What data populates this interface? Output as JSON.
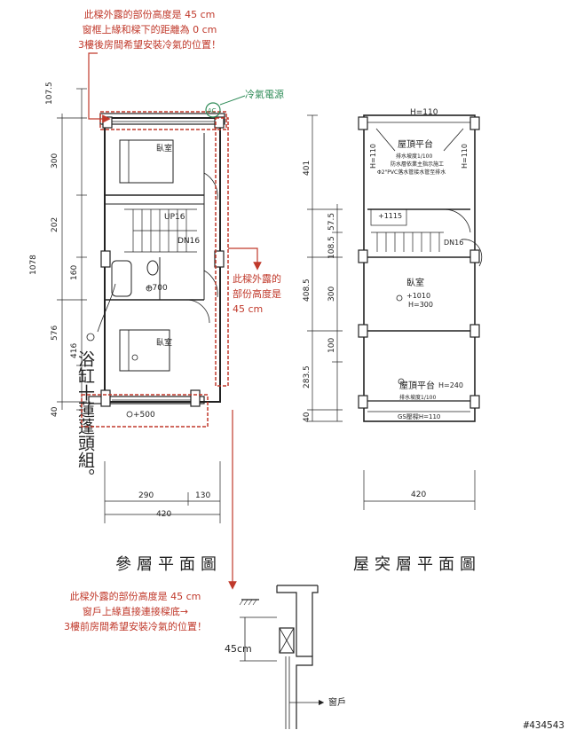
{
  "notes": {
    "top": {
      "line1": "此樑外露的部份高度是 45 cm",
      "line2": "窗框上緣和樑下的距離為 0 cm",
      "line3": "3樓後房間希望安裝冷氣的位置！"
    },
    "middle": {
      "line1": "此樑外露的",
      "line2": "部份高度是",
      "line3": "45 cm"
    },
    "bottom": {
      "line1": "此樑外露的部份高度是 45 cm",
      "line2": "窗戶上緣直接連接樑底→",
      "line3": "3樓前房間希望安裝冷氣的位置！"
    }
  },
  "ac_power_label": "冷氣電源",
  "ac_symbol": "AC",
  "left_plan": {
    "title": "參層平面圖",
    "room_top": "臥室",
    "room_bottom": "臥室",
    "stair_up": "UP16",
    "stair_down": "DN16",
    "level_bath": "+700",
    "level_bottom": "+500",
    "handwritten": "浴缸十蓮蓬頭組。",
    "dims_vertical": [
      "107.5",
      "300",
      "202",
      "160",
      "576",
      "416",
      "40"
    ],
    "dim_total": "1078",
    "dims_bottom": [
      "290",
      "130"
    ],
    "dim_width": "420"
  },
  "right_plan": {
    "title": "屋突層平面圖",
    "roof_top": "屋頂平台",
    "roof_top_h": "H=110",
    "roof_top_note1": "排水坡度1/100",
    "roof_top_note2": "防水層依業主指示施工",
    "roof_top_note3": "Φ2\"PVC落水管接水管至排水",
    "room": "臥室",
    "room_level": "+1010",
    "room_h": "H=300",
    "stair_down": "DN16",
    "roof_bottom": "屋頂平台",
    "roof_bottom_h": "H=240",
    "roof_bottom_note": "排水坡度1/100",
    "gs": "GS壓樑H=110",
    "left_h": "H=110",
    "right_h": "H=110",
    "level_stair": "+1115",
    "dims_vertical": [
      "401",
      "108.5",
      "57.5",
      "408.5",
      "300",
      "100",
      "283.5",
      "40"
    ],
    "dim_width": "420"
  },
  "detail": {
    "dim_label": "45cm",
    "window_label": "窗戶"
  },
  "watermark": "#434543",
  "colors": {
    "red": "#c0392b",
    "green": "#2e8b57",
    "ink": "#222222"
  }
}
